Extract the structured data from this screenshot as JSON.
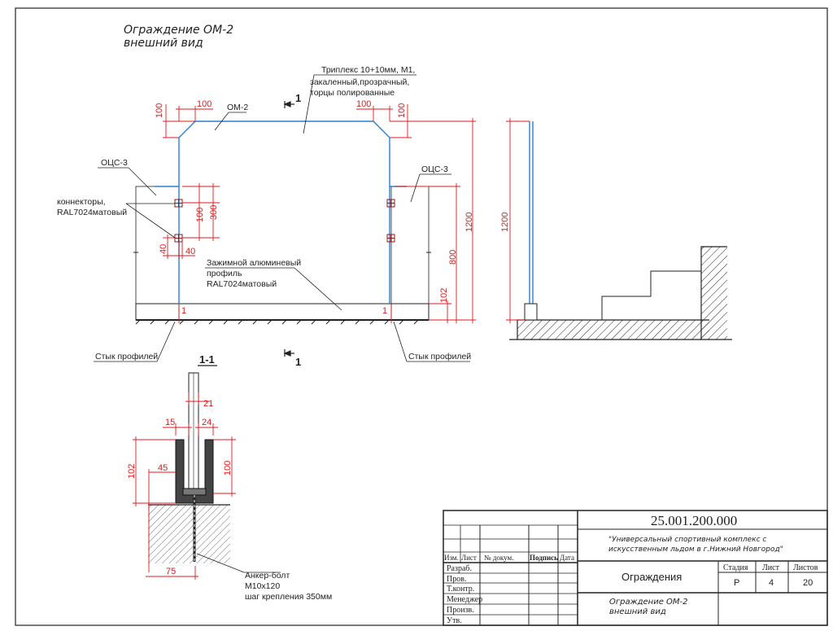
{
  "sheet_title": {
    "line1": "Ограждение ОМ-2",
    "line2": "внешний вид"
  },
  "labels": {
    "glass_l1": "Триплекс 10+10мм, М1,",
    "glass_l2": "закаленный,прозрачный,",
    "glass_l3": "торцы полированные",
    "om2": "ОМ-2",
    "ocs3_left": "ОЦС-3",
    "ocs3_right": "ОЦС-3",
    "conn_l1": "коннекторы,",
    "conn_l2": "RAL7024матовый",
    "profile_l1": "Зажимной алюминевый",
    "profile_l2": "профиль",
    "profile_l3": "RAL7024матовый",
    "joint_left": "Стык профилей",
    "joint_right": "Стык профилей",
    "section_top_num": "1",
    "section_bot_num": "1",
    "section_title": "1-1",
    "anchor_l1": "Анкер-болт",
    "anchor_l2": "М10х120",
    "anchor_l3": "шаг крепления 350мм"
  },
  "dimensions": {
    "d100_a": "100",
    "d100_b": "100",
    "d100_c": "100",
    "d100_d": "100",
    "d100_e": "100",
    "d300": "300",
    "d40_a": "40",
    "d40_b": "40",
    "d1200_a": "1200",
    "d800": "800",
    "d102_a": "102",
    "d1200_b": "1200",
    "d1_a": "1",
    "d1_b": "1",
    "d21": "21",
    "d15": "15",
    "d24": "24",
    "d102_b": "102",
    "d45": "45",
    "d100_f": "100",
    "d75": "75"
  },
  "title_block": {
    "code": "25.001.200.000",
    "project_l1": "\"Универсальный спортивный комплекс с",
    "project_l2": "искусственным льдом в г.Нижний Новгород\"",
    "h_izm": "Изм.",
    "h_list": "Лист",
    "h_doc": "№ докум.",
    "h_sign": "Подпись",
    "h_date": "Дата",
    "r_razrab": "Разраб.",
    "r_prov": "Пров.",
    "r_tkontr": "Т.контр.",
    "r_manager": "Менеджер",
    "r_proizv": "Произв.",
    "r_utv": "Утв.",
    "doc_title": "Ограждения",
    "stage_h": "Стадия",
    "list_h": "Лист",
    "lists_h": "Листов",
    "stage_v": "Р",
    "list_v": "4",
    "lists_v": "20",
    "sheet_name_l1": "Ограждение ОМ-2",
    "sheet_name_l2": "внешний вид"
  },
  "colors": {
    "glass": "#2b7fd4",
    "dim": "#e0191b",
    "line": "#222222"
  }
}
